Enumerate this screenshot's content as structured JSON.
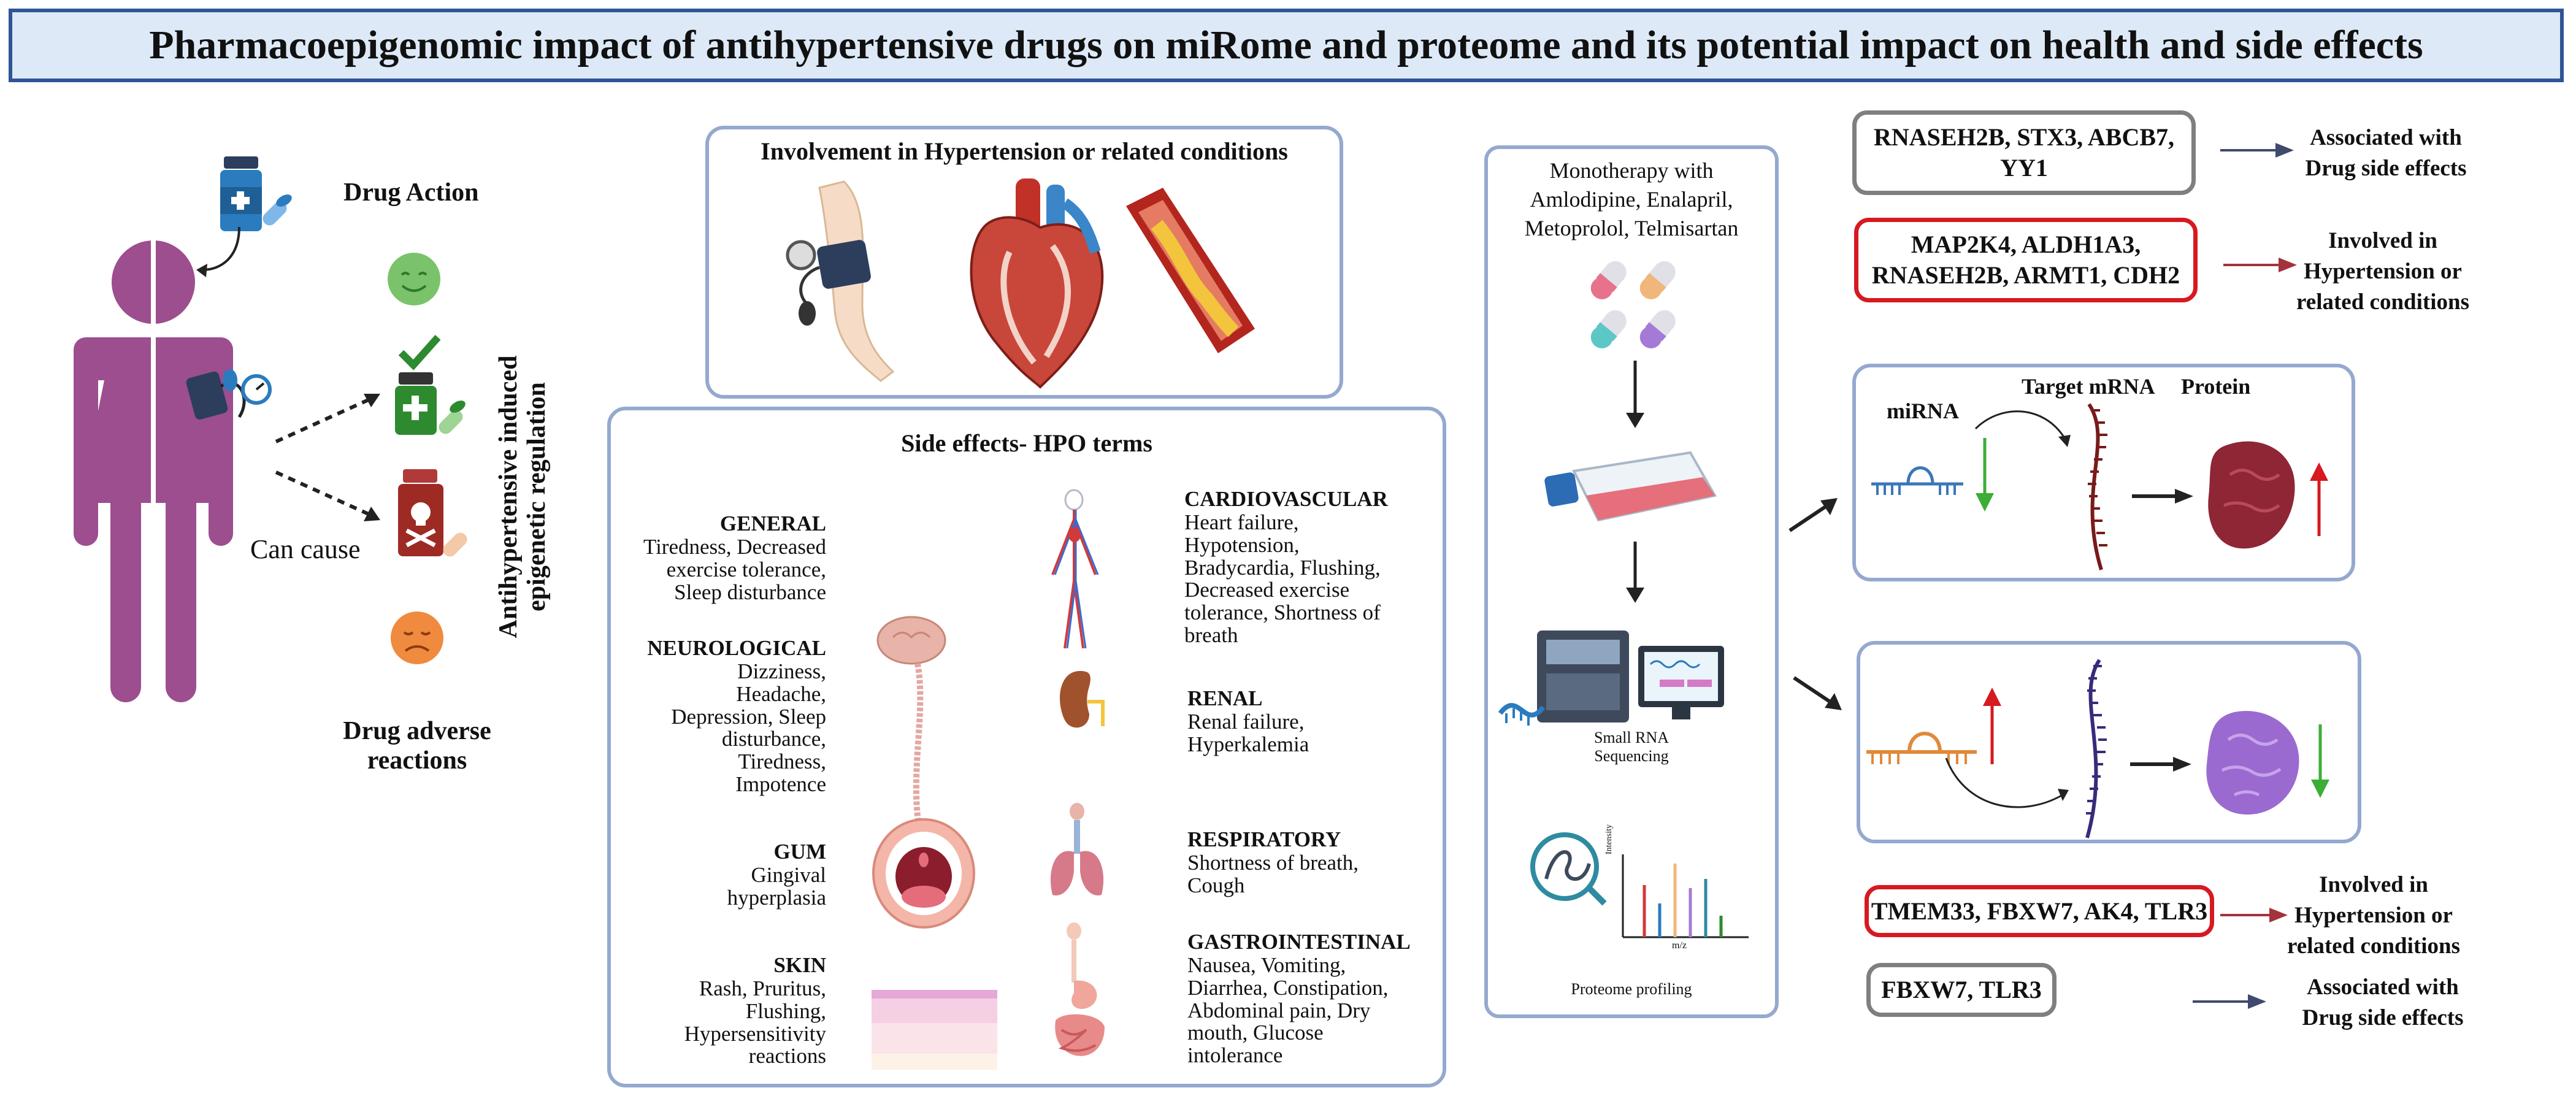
{
  "title": "Pharmacoepigenomic impact of antihypertensive drugs on miRome and  proteome and its potential impact on health and side effects",
  "left": {
    "drug_action": "Drug Action",
    "can_cause": "Can cause",
    "adverse": "Drug  adverse reactions",
    "vertical_label_1": "Antihypertensive induced",
    "vertical_label_2": "epigenetic regulation"
  },
  "involvement_title": "Involvement in Hypertension or related conditions",
  "side_effects": {
    "title": "Side effects- HPO terms",
    "general": {
      "name": "GENERAL",
      "items": [
        "Tiredness, Decreased",
        "exercise tolerance,",
        "Sleep disturbance"
      ]
    },
    "neurological": {
      "name": "NEUROLOGICAL",
      "items": [
        "Dizziness,",
        "Headache,",
        "Depression, Sleep",
        "disturbance,",
        "Tiredness,",
        "Impotence"
      ]
    },
    "gum": {
      "name": "GUM",
      "items": [
        "Gingival",
        "hyperplasia"
      ]
    },
    "skin": {
      "name": "SKIN",
      "items": [
        "Rash, Pruritus,",
        "Flushing,",
        "Hypersensitivity",
        "reactions"
      ]
    },
    "cardiovascular": {
      "name": "CARDIOVASCULAR",
      "items": [
        "Heart failure,",
        "Hypotension,",
        "Bradycardia, Flushing,",
        "Decreased exercise",
        "tolerance, Shortness of",
        "breath"
      ]
    },
    "renal": {
      "name": "RENAL",
      "items": [
        "Renal failure,",
        "Hyperkalemia"
      ]
    },
    "respiratory": {
      "name": "RESPIRATORY",
      "items": [
        "Shortness of breath,",
        "Cough"
      ]
    },
    "gastrointestinal": {
      "name": "GASTROINTESTINAL",
      "items": [
        "Nausea, Vomiting,",
        "Diarrhea, Constipation,",
        "Abdominal pain, Dry",
        "mouth, Glucose",
        "intolerance"
      ]
    }
  },
  "workflow": {
    "monotherapy": [
      "Monotherapy with",
      "Amlodipine, Enalapril,",
      "Metoprolol, Telmisartan"
    ],
    "sequencing": [
      "Small  RNA",
      "Sequencing"
    ],
    "proteome": "Proteome profiling",
    "ms_ylabel": "Intensity",
    "ms_xlabel": "m/z"
  },
  "mirna_panel": {
    "mirna": "miRNA",
    "target": "Target mRNA",
    "protein": "Protein"
  },
  "genes": {
    "top_side": [
      "RNASEH2B, STX3, ABCB7,",
      "YY1"
    ],
    "top_hyp": [
      "MAP2K4, ALDH1A3,",
      "RNASEH2B, ARMT1, CDH2"
    ],
    "bottom_hyp": "TMEM33, FBXW7, AK4, TLR3",
    "bottom_side": "FBXW7, TLR3"
  },
  "associations": {
    "side": [
      "Associated with",
      "Drug side effects"
    ],
    "hyp": [
      "Involved in",
      "Hypertension or",
      "related conditions"
    ]
  },
  "colors": {
    "title_bg": "#dde9f6",
    "title_border": "#2f5597",
    "panel_border": "#95a9cf",
    "figure": "#9c4e8f",
    "red": "#d71920",
    "grey": "#7f7f7f",
    "up_red": "#d71920",
    "down_green": "#3cae36"
  }
}
